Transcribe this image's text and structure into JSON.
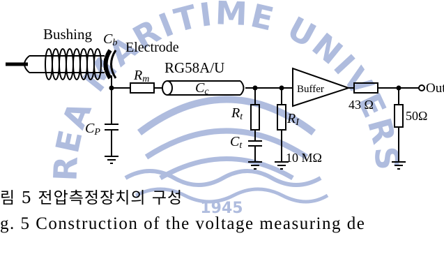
{
  "watermark": {
    "text": "KOREA MARITIME UNIVERSITY",
    "year": "1945",
    "color": "#6f86c4"
  },
  "labels": {
    "bushing": "Bushing",
    "cb_main": "C",
    "cb_sub": "b",
    "electrode": "Electrode",
    "cable": "RG58A/U",
    "rm_main": "R",
    "rm_sub": "m",
    "cc_main": "C",
    "cc_sub": "c",
    "rt_main": "R",
    "rt_sub": "t",
    "ct_main": "C",
    "ct_sub": "t",
    "cp_main": "C",
    "cp_sub": "P",
    "ri_main": "R",
    "ri_sub": "I",
    "ri_value": "10 MΩ",
    "buffer": "Buffer",
    "r_series": "43 Ω",
    "r_load": "50Ω",
    "out": "Out"
  },
  "caption": {
    "korean": "림 5   전압측정장치의 구성",
    "english": "g. 5   Construction of the voltage measuring de"
  }
}
